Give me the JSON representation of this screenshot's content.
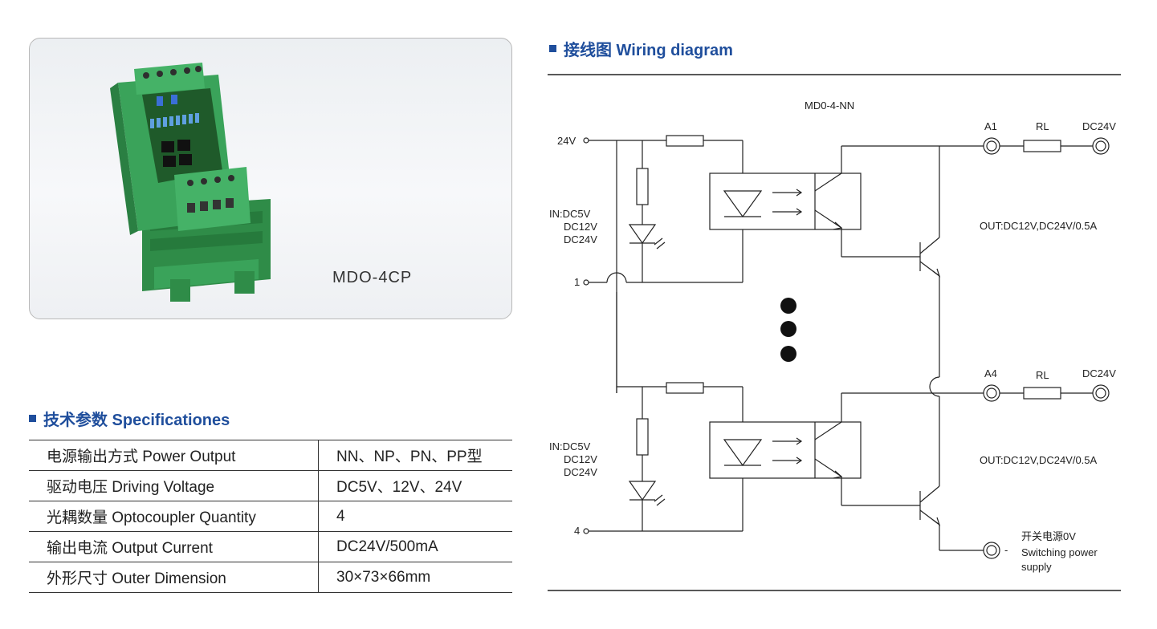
{
  "product": {
    "model": "MDO-4CP"
  },
  "wiring": {
    "heading": "接线图 Wiring diagram",
    "model": "MD0-4-NN",
    "input_24v": "24V",
    "in_label_1": "IN:DC5V",
    "in_label_2": "DC12V",
    "in_label_3": "DC24V",
    "ch1": "1",
    "ch4": "4",
    "a1": "A1",
    "a4": "A4",
    "rl": "RL",
    "dc24v": "DC24V",
    "out": "OUT:DC12V,DC24V/0.5A",
    "minus": "-",
    "switch_cn": "开关电源0V",
    "switch_en_1": "Switching power",
    "switch_en_2": "supply"
  },
  "specs": {
    "heading": "技术参数 Specificationes",
    "rows": [
      {
        "key": "电源输出方式 Power Output",
        "value": "NN、NP、PN、PP型"
      },
      {
        "key": "驱动电压 Driving Voltage",
        "value": "DC5V、12V、24V"
      },
      {
        "key": "光耦数量 Optocoupler Quantity",
        "value": "4"
      },
      {
        "key": "输出电流 Output Current",
        "value": "DC24V/500mA"
      },
      {
        "key": "外形尺寸 Outer Dimension",
        "value": "30×73×66mm"
      }
    ]
  },
  "colors": {
    "accent": "#1f4e9c",
    "module_green": "#3aa35a"
  }
}
